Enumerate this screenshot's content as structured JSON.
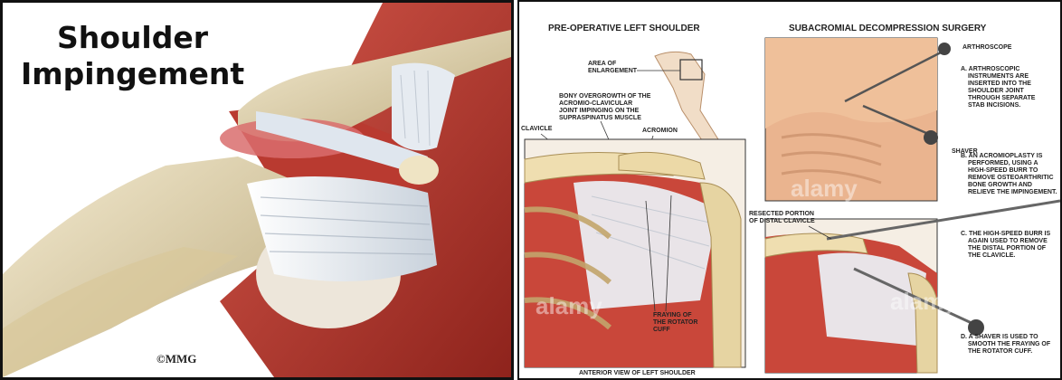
{
  "left": {
    "title_line1": "Shoulder",
    "title_line2": "Impingement",
    "copyright": "©MMG"
  },
  "right": {
    "header_left": "PRE-OPERATIVE LEFT SHOULDER",
    "header_right": "SUBACROMIAL DECOMPRESSION SURGERY",
    "labels": {
      "area_of_enlargement_1": "AREA OF",
      "area_of_enlargement_2": "ENLARGEMENT",
      "bony_1": "BONY OVERGROWTH OF THE",
      "bony_2": "ACROMIO-CLAVICULAR",
      "bony_3": "JOINT IMPINGING ON THE",
      "bony_4": "SUPRASPINATUS MUSCLE",
      "clavicle": "CLAVICLE",
      "acromion": "ACROMION",
      "fraying_1": "FRAYING OF",
      "fraying_2": "THE ROTATOR",
      "fraying_3": "CUFF",
      "bottom_caption": "ANTERIOR VIEW OF LEFT SHOULDER",
      "arthroscope": "ARTHROSCOPE",
      "shaver": "SHAVER",
      "resected_1": "RESECTED PORTION",
      "resected_2": "OF DISTAL CLAVICLE"
    },
    "steps": {
      "a": [
        "A. ARTHROSCOPIC",
        "INSTRUMENTS ARE",
        "INSERTED INTO THE",
        "SHOULDER JOINT",
        "THROUGH SEPARATE",
        "STAB INCISIONS."
      ],
      "b": [
        "B. AN ACROMIOPLASTY IS",
        "PERFORMED, USING A",
        "HIGH-SPEED BURR TO",
        "REMOVE OSTEOARTHRITIC",
        "BONE GROWTH AND",
        "RELIEVE THE IMPINGEMENT."
      ],
      "c": [
        "C. THE HIGH-SPEED BURR IS",
        "AGAIN USED TO REMOVE",
        "THE DISTAL PORTION OF",
        "THE CLAVICLE."
      ],
      "d": [
        "D. A SHAVER IS USED TO",
        "SMOOTH THE FRAYING OF",
        "THE ROTATOR CUFF."
      ]
    },
    "watermark": "alamy"
  },
  "colors": {
    "muscle": "#c8453a",
    "muscle_dark": "#9e2a22",
    "bone": "#efe1b8",
    "bone_shadow": "#c9b27a",
    "tendon": "#e9eef3",
    "skin": "#eab48f"
  }
}
